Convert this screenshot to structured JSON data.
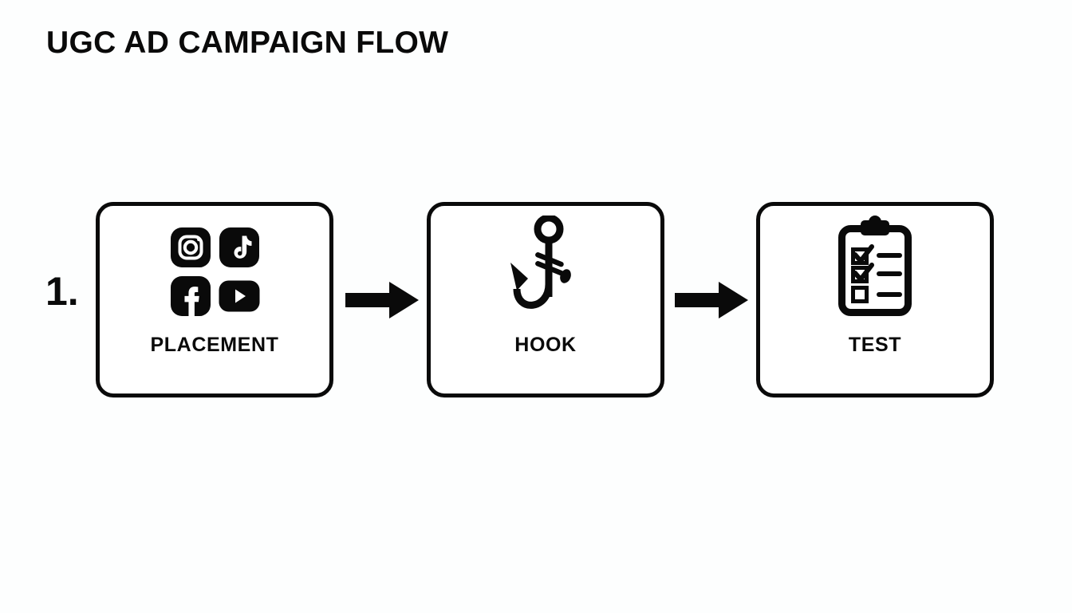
{
  "slide": {
    "title": "UGC AD CAMPAIGN FLOW",
    "step_number": "1.",
    "background_color": "#fdfefe",
    "ink_color": "#0a0a0a"
  },
  "flow": {
    "arrow_label": "next-step-arrow",
    "cards": [
      {
        "label": "PLACEMENT",
        "icon": "social-platforms-grid",
        "social_icons": [
          {
            "name": "instagram-icon",
            "platform": "Instagram"
          },
          {
            "name": "tiktok-icon",
            "platform": "TikTok"
          },
          {
            "name": "facebook-icon",
            "platform": "Facebook"
          },
          {
            "name": "youtube-icon",
            "platform": "YouTube"
          }
        ]
      },
      {
        "label": "HOOK",
        "icon": "fish-hook-icon",
        "social_icons": []
      },
      {
        "label": "TEST",
        "icon": "clipboard-checklist-icon",
        "social_icons": [],
        "checklist": [
          {
            "checked": true
          },
          {
            "checked": true
          },
          {
            "checked": false
          }
        ]
      }
    ],
    "arrows": [
      {
        "name": "arrow-placement-to-hook"
      },
      {
        "name": "arrow-hook-to-test"
      }
    ]
  }
}
